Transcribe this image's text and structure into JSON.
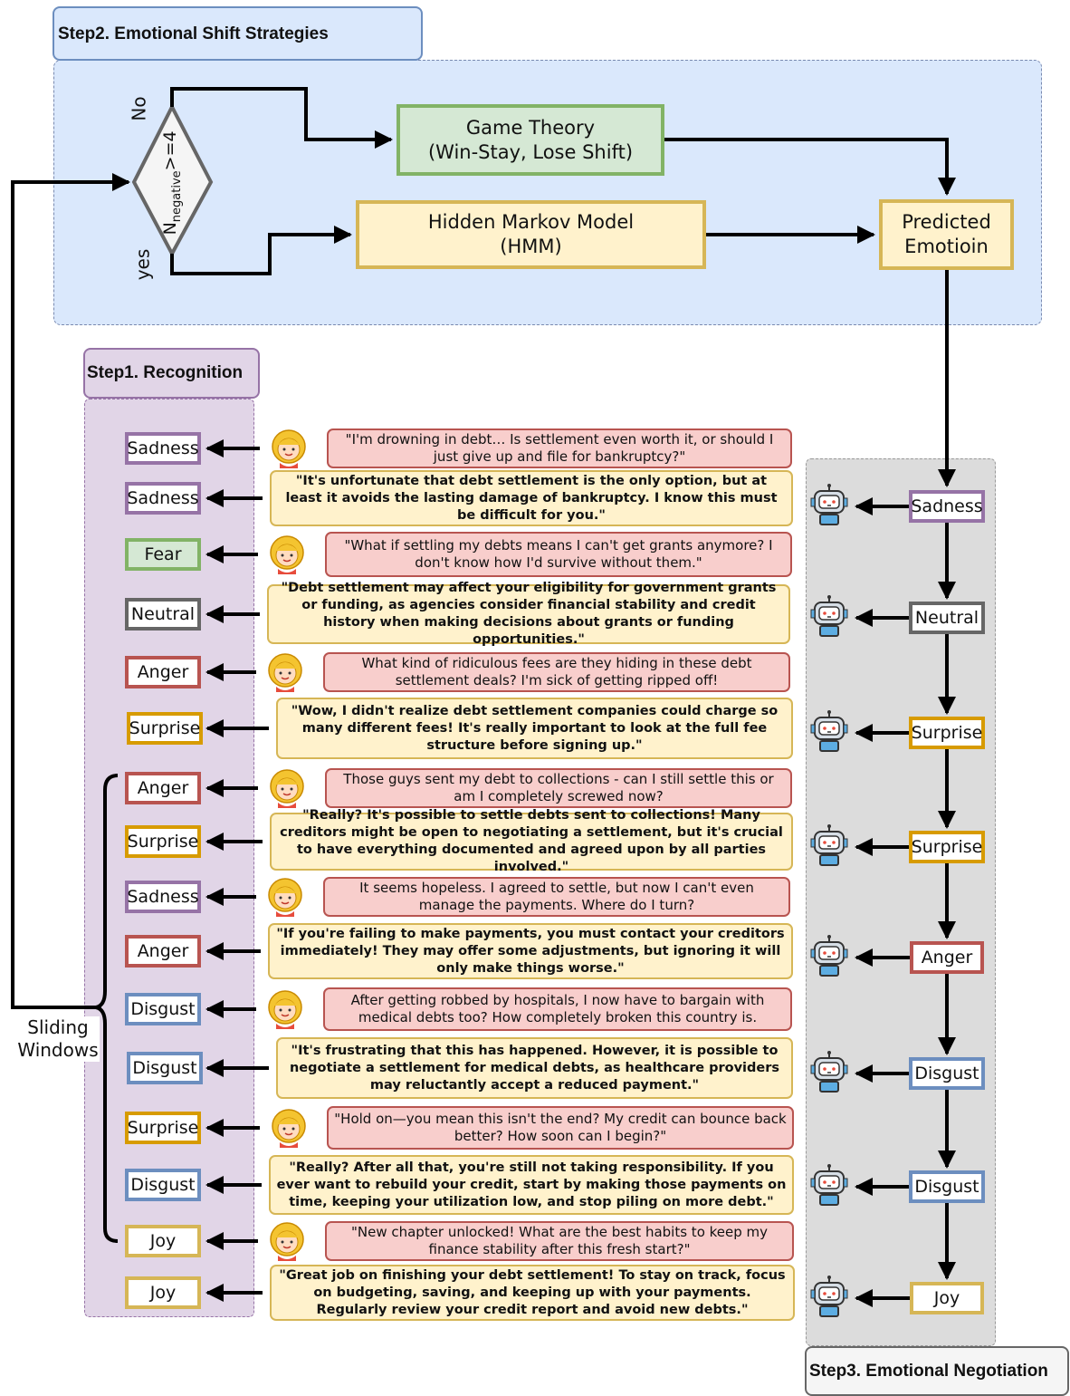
{
  "step2": {
    "title": "Step2. Emotional Shift Strategies",
    "condition": "N",
    "condition_sub": "negative",
    "condition_rest": ">=4",
    "no_label": "No",
    "yes_label": "yes",
    "game_theory": [
      "Game Theory",
      "(Win-Stay, Lose Shift)"
    ],
    "hmm": [
      "Hidden Markov Model",
      "(HMM)"
    ],
    "predicted": [
      "Predicted",
      "Emotioin"
    ]
  },
  "step1": {
    "title": "Step1. Recognition"
  },
  "step3": {
    "title": "Step3. Emotional Negotiation"
  },
  "sliding_windows": [
    "Sliding",
    "Windows"
  ],
  "colors": {
    "sadness": "#9673a6",
    "fear": "#82b366",
    "neutral": "#666666",
    "anger": "#b85450",
    "surprise": "#d79b00",
    "disgust": "#6c8ebf",
    "joy": "#d6b656",
    "user_bubble": "#f8cecc",
    "bot_bubble": "#fff2cc"
  },
  "dialogue": [
    {
      "speaker": "user",
      "emotion": "Sadness",
      "text": "\"I'm drowning in debt… Is settlement even worth it, or should I just give up and file for bankruptcy?\""
    },
    {
      "speaker": "bot",
      "emotion": "Sadness",
      "text": "\"It's unfortunate that debt settlement is the only option, but at least it avoids the lasting damage of bankruptcy. I know this must be difficult for you.\""
    },
    {
      "speaker": "user",
      "emotion": "Fear",
      "text": "\"What if settling my debts means I can't get grants anymore? I don't know how I'd survive without them.\""
    },
    {
      "speaker": "bot",
      "emotion": "Neutral",
      "text": "\"Debt settlement may affect your eligibility for government grants or funding, as agencies consider financial stability and credit history when making decisions about grants or funding opportunities.\""
    },
    {
      "speaker": "user",
      "emotion": "Anger",
      "text": "What kind of ridiculous fees are they hiding in these debt settlement deals? I'm sick of getting ripped off!"
    },
    {
      "speaker": "bot",
      "emotion": "Surprise",
      "text": "\"Wow, I didn't realize debt settlement companies could charge so many different fees! It's really important to look at the full fee structure before signing up.\""
    },
    {
      "speaker": "user",
      "emotion": "Anger",
      "text": "Those guys sent my debt to collections - can I still settle this or am I completely screwed now?"
    },
    {
      "speaker": "bot",
      "emotion": "Surprise",
      "text": "\"Really? It's possible to settle debts sent to collections! Many creditors might be open to negotiating a settlement, but it's crucial to have everything documented and agreed upon by all parties involved.\""
    },
    {
      "speaker": "user",
      "emotion": "Sadness",
      "text": "It seems hopeless. I agreed to settle, but now I can't even manage the payments. Where do I turn?"
    },
    {
      "speaker": "bot",
      "emotion": "Anger",
      "text": "\"If you're failing to make payments, you must contact your creditors immediately! They may offer some adjustments, but ignoring it will only make things worse.\""
    },
    {
      "speaker": "user",
      "emotion": "Disgust",
      "text": "After getting robbed by hospitals, I now have to bargain with medical debts too? How completely broken this country is."
    },
    {
      "speaker": "bot",
      "emotion": "Disgust",
      "text": "\"It's frustrating that this has happened. However, it is possible to negotiate a settlement for medical debts, as healthcare providers may reluctantly accept a reduced payment.\""
    },
    {
      "speaker": "user",
      "emotion": "Surprise",
      "text": "\"Hold on—you mean this isn't the end? My credit can bounce back better? How soon can I begin?\""
    },
    {
      "speaker": "bot",
      "emotion": "Disgust",
      "text": "\"Really? After all that, you're still not taking responsibility. If you ever want to rebuild your credit, start by making those payments on time, keeping your utilization low, and stop piling on more debt.\""
    },
    {
      "speaker": "user",
      "emotion": "Joy",
      "text": "\"New chapter unlocked! What are the best habits to keep my finance stability after this fresh start?\""
    },
    {
      "speaker": "bot",
      "emotion": "Joy",
      "text": "\"Great job on finishing your debt settlement! To stay on track, focus on budgeting, saving, and keeping up with your payments. Regularly review your credit report and avoid new debts.\""
    }
  ],
  "negotiation_emotions": [
    "Sadness",
    "Neutral",
    "Surprise",
    "Surprise",
    "Anger",
    "Disgust",
    "Disgust",
    "Joy"
  ]
}
